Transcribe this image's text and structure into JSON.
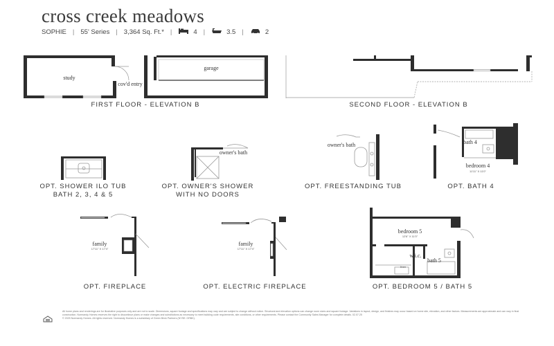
{
  "header": {
    "title": "cross creek meadows",
    "plan_name": "SOPHIE",
    "series": "55' Series",
    "sqft": "3,364 Sq. Ft.*",
    "bedrooms": "4",
    "baths": "3.5",
    "garage": "2",
    "icons": [
      "bed-icon",
      "bath-icon",
      "car-icon"
    ]
  },
  "floors": {
    "first": {
      "caption": "FIRST FLOOR - ELEVATION B",
      "rooms": {
        "study": "study",
        "entry": "cov'd entry",
        "garage": "garage"
      }
    },
    "second": {
      "caption": "SECOND FLOOR - ELEVATION B"
    }
  },
  "options": {
    "shower_tub": {
      "caption_l1": "OPT. SHOWER ILO TUB",
      "caption_l2": "BATH 2, 3, 4 & 5"
    },
    "owners_shower": {
      "caption_l1": "OPT. OWNER'S SHOWER",
      "caption_l2": "WITH NO DOORS",
      "room": "owner's bath"
    },
    "freestanding_tub": {
      "caption": "OPT. FREESTANDING TUB",
      "room": "owner's bath"
    },
    "bath4": {
      "caption": "OPT. BATH 4",
      "bath_label": "bath 4",
      "bedroom_label": "bedroom 4",
      "bedroom_size": "11'11\" X 11'0\""
    },
    "fireplace": {
      "caption": "OPT. FIREPLACE",
      "room": "family",
      "size": "17'11\" X 17'4\""
    },
    "electric_fireplace": {
      "caption": "OPT. ELECTRIC FIREPLACE",
      "room": "family",
      "size": "17'11\" X 17'4\""
    },
    "bedroom5": {
      "caption": "OPT. BEDROOM 5 / BATH 5",
      "bedroom_label": "bedroom 5",
      "bedroom_size": "12'6\" X 11'0\"",
      "wic": "w.i.c.",
      "bath_label": "bath 5",
      "linen": "linen"
    }
  },
  "footer": {
    "disclaimer_1": "All home plans and renderings are for illustrative purposes only and are not to scale. Dimensions, square footage and specifications may vary and are subject to change without notice. Structural and elevation options can change room sizes and square footage. Variations in layout, design, and finishes may occur based on home site, elevation, and other factors. Measurements are approximate and can vary in final construction. Normandy Homes reserves",
    "disclaimer_2": "the right to discontinue plans or make changes and substitutions as necessary to meet building code requirements, site conditions, or other requirements. Please contact the Community Sales Manager for complete details. 02.07.25",
    "copyright": "© 2025 Normandy Homes. All rights reserved. Normandy Homes is a subsidiary of Green Brick Partners (NYSE: GRBK)."
  },
  "colors": {
    "wall": "#2e2e2e",
    "text": "#333333",
    "fixture": "#9a9a9a"
  }
}
